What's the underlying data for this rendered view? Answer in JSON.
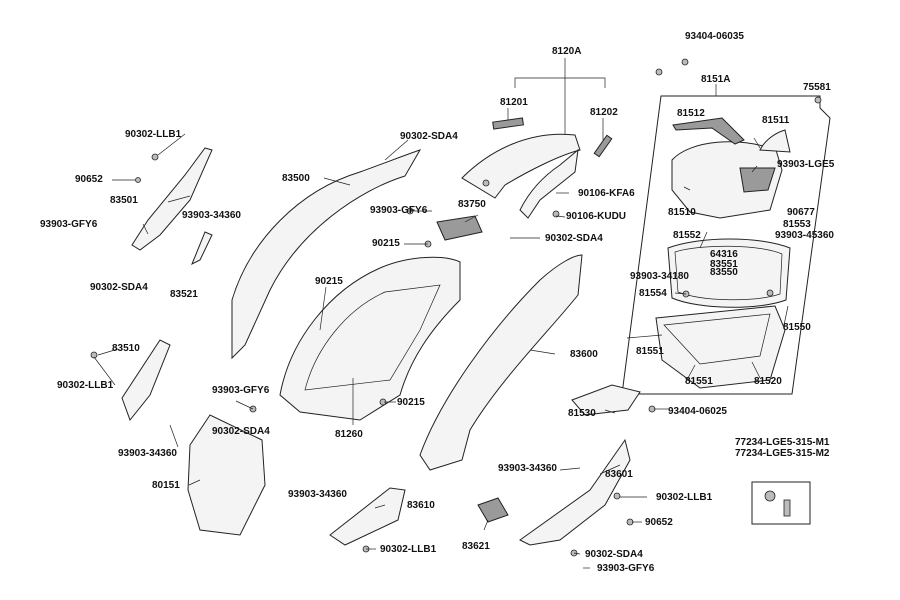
{
  "labels": {
    "p93404_06035": "93404-06035",
    "p8120A": "8120A",
    "p8151A": "8151A",
    "p75581": "75581",
    "p81201": "81201",
    "p81202": "81202",
    "p81512": "81512",
    "p81511": "81511",
    "p90302_LLB1_top": "90302-LLB1",
    "p90302_SDA4_top": "90302-SDA4",
    "p93903_LGE5": "93903-LGE5",
    "p90652_top": "90652",
    "p83501": "83501",
    "p83500": "83500",
    "p90106_KFA6": "90106-KFA6",
    "p81510": "81510",
    "p90677": "90677",
    "p93903_GFY6_left": "93903-GFY6",
    "p93903_34360_top": "93903-34360",
    "p93903_GFY6_mid": "93903-GFY6",
    "p83750": "83750",
    "p90106_KUDU": "90106-KUDU",
    "p81553": "81553",
    "p93903_45360": "93903-45360",
    "p90215_a": "90215",
    "p90302_SDA4_mid": "90302-SDA4",
    "p81552": "81552",
    "p64316": "64316",
    "p83551": "83551",
    "p83550": "83550",
    "p90302_SDA4_left": "90302-SDA4",
    "p83521": "83521",
    "p90215_b": "90215",
    "p93903_34180": "93903-34180",
    "p81554": "81554",
    "p83510": "83510",
    "p83600": "83600",
    "p81550": "81550",
    "p81551_a": "81551",
    "p90302_LLB1_left": "90302-LLB1",
    "p81551_b": "81551",
    "p81520": "81520",
    "p93903_GFY6_low": "93903-GFY6",
    "p90215_c": "90215",
    "p81530": "81530",
    "p93404_06025": "93404-06025",
    "p90302_SDA4_low": "90302-SDA4",
    "p81260": "81260",
    "p93903_34360_left": "93903-34360",
    "p77234_M1": "77234-LGE5-315-M1",
    "p77234_M2": "77234-LGE5-315-M2",
    "p93903_34360_mid": "93903-34360",
    "p83601": "83601",
    "p80151": "80151",
    "p90302_LLB1_right": "90302-LLB1",
    "p93903_34360_low": "93903-34360",
    "p83610": "83610",
    "p90652_low": "90652",
    "p83621": "83621",
    "p90302_LLB1_bottom": "90302-LLB1",
    "p90302_SDA4_bottom": "90302-SDA4",
    "p93903_GFY6_bottom": "93903-GFY6"
  }
}
